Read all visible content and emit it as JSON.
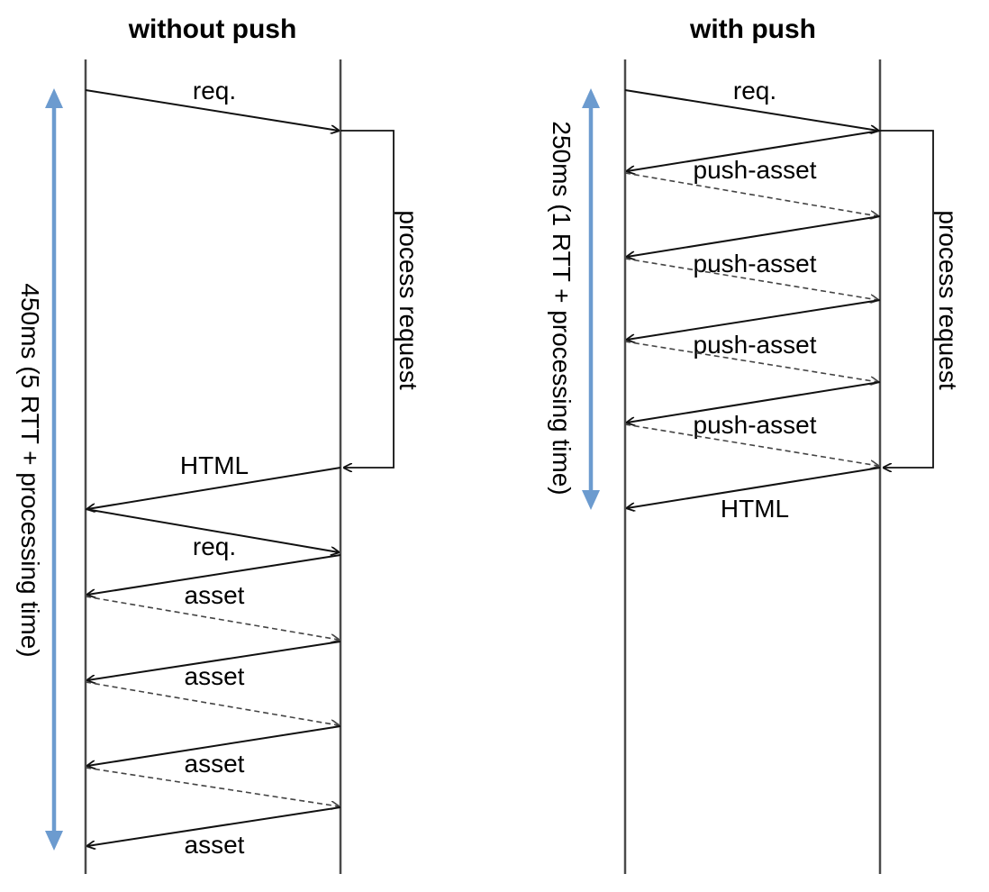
{
  "left": {
    "title": "without push",
    "duration_label": "450ms (5 RTT + processing time)",
    "process_label": "process request",
    "messages": {
      "req1": "req.",
      "html": "HTML",
      "req2": "req.",
      "asset1": "asset",
      "asset2": "asset",
      "asset3": "asset",
      "asset4": "asset"
    }
  },
  "right": {
    "title": "with push",
    "duration_label": "250ms (1 RTT + processing time)",
    "process_label": "process request",
    "messages": {
      "req": "req.",
      "push1": "push-asset",
      "push2": "push-asset",
      "push3": "push-asset",
      "push4": "push-asset",
      "html": "HTML"
    }
  },
  "colors": {
    "duration_arrow": "#6c9bcf",
    "lines": "#111111"
  }
}
